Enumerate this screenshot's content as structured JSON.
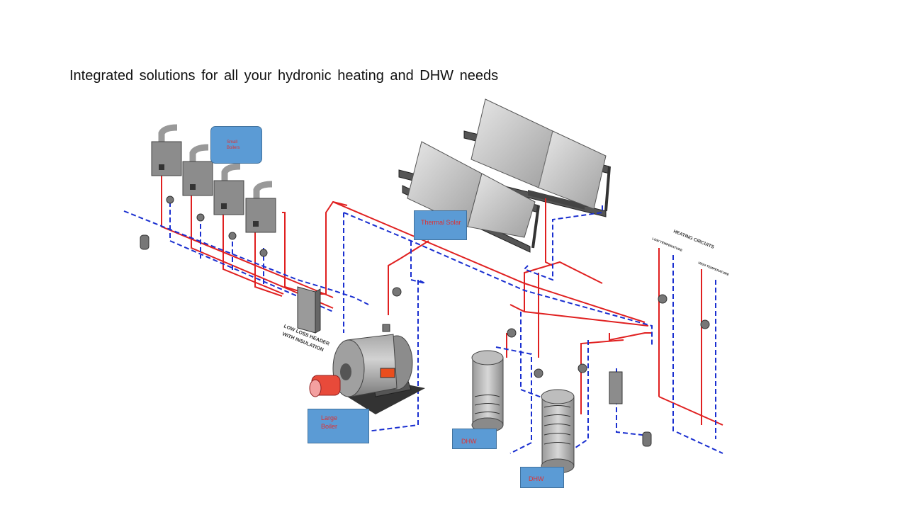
{
  "slide": {
    "title": "Integrated solutions for all your hydronic heating and DHW needs"
  },
  "callouts": {
    "small_boilers": [
      "Small",
      "Boilers"
    ],
    "thermal_solar": "Thermal Solar",
    "large_boiler": [
      "Large",
      "Boiler"
    ],
    "dhw_1": "DHW",
    "dhw_2": "DHW"
  },
  "schematic_labels": {
    "header_line1": "LOW LOSS HEADER",
    "header_line2": "WITH INSULATION",
    "heating_circuits": "HEATING CIRCUITS",
    "low_temperature": "LOW TEMPERATURE",
    "high_temperature": "HIGH TEMPERATURE"
  },
  "colors": {
    "flow_pipe": "#e02020",
    "return_pipe": "#1a2fd0",
    "callout_fill": "#5b9bd5",
    "callout_text": "#e03030",
    "equipment": "#8c8c8c"
  }
}
